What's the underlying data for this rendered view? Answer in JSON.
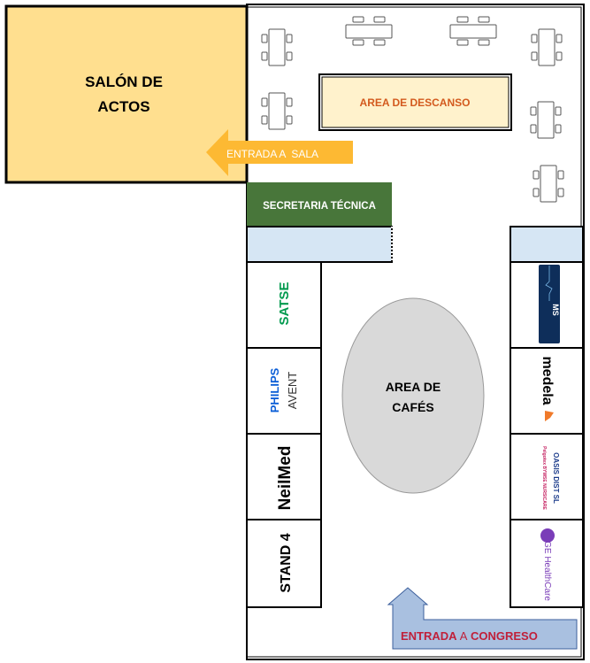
{
  "rooms": {
    "salon": {
      "line1": "SALÓN DE",
      "line2": "ACTOS",
      "color": "#FFDF8F"
    },
    "descanso": {
      "label": "AREA DE DESCANSO",
      "color": "#FFF2CC",
      "text_color": "#D35A1E"
    },
    "secretaria": {
      "label": "SECRETARIA TÉCNICA",
      "color": "#48763A"
    },
    "cafes": {
      "line1": "AREA DE",
      "line2": "CAFÉS",
      "color": "#D9D9D9"
    }
  },
  "arrows": {
    "sala": {
      "label": "ENTRADA A  SALA",
      "color": "#FDB933"
    },
    "congreso": {
      "label_a": "ENTRADA ",
      "label_b": "A",
      "label_c": " CONGRESO",
      "color": "#A9C0E0",
      "text_color": "#C0203A"
    }
  },
  "stands_left": [
    {
      "label": "SATSE",
      "color": "#009A4E"
    },
    {
      "label": "PHILIPS",
      "label2": "AVENT",
      "color": "#0B5ED7"
    },
    {
      "label": "NeilMed",
      "color": "#000000"
    },
    {
      "label": "STAND 4",
      "color": "#000000"
    }
  ],
  "stands_right": [
    {
      "label": "MS",
      "color": "#0E2E5A"
    },
    {
      "label": "medela",
      "color": "#000000",
      "accent": "#F07A2A"
    },
    {
      "label": "OASIS DIST SL",
      "label2": "Pelgotex  BYWSE  NURSICARE",
      "color": "#1A3A8A",
      "accent": "#C2185B"
    },
    {
      "label": "GE HealthCare",
      "color": "#7A3DB8"
    }
  ],
  "colors": {
    "info_booth": "#D6E6F4"
  }
}
